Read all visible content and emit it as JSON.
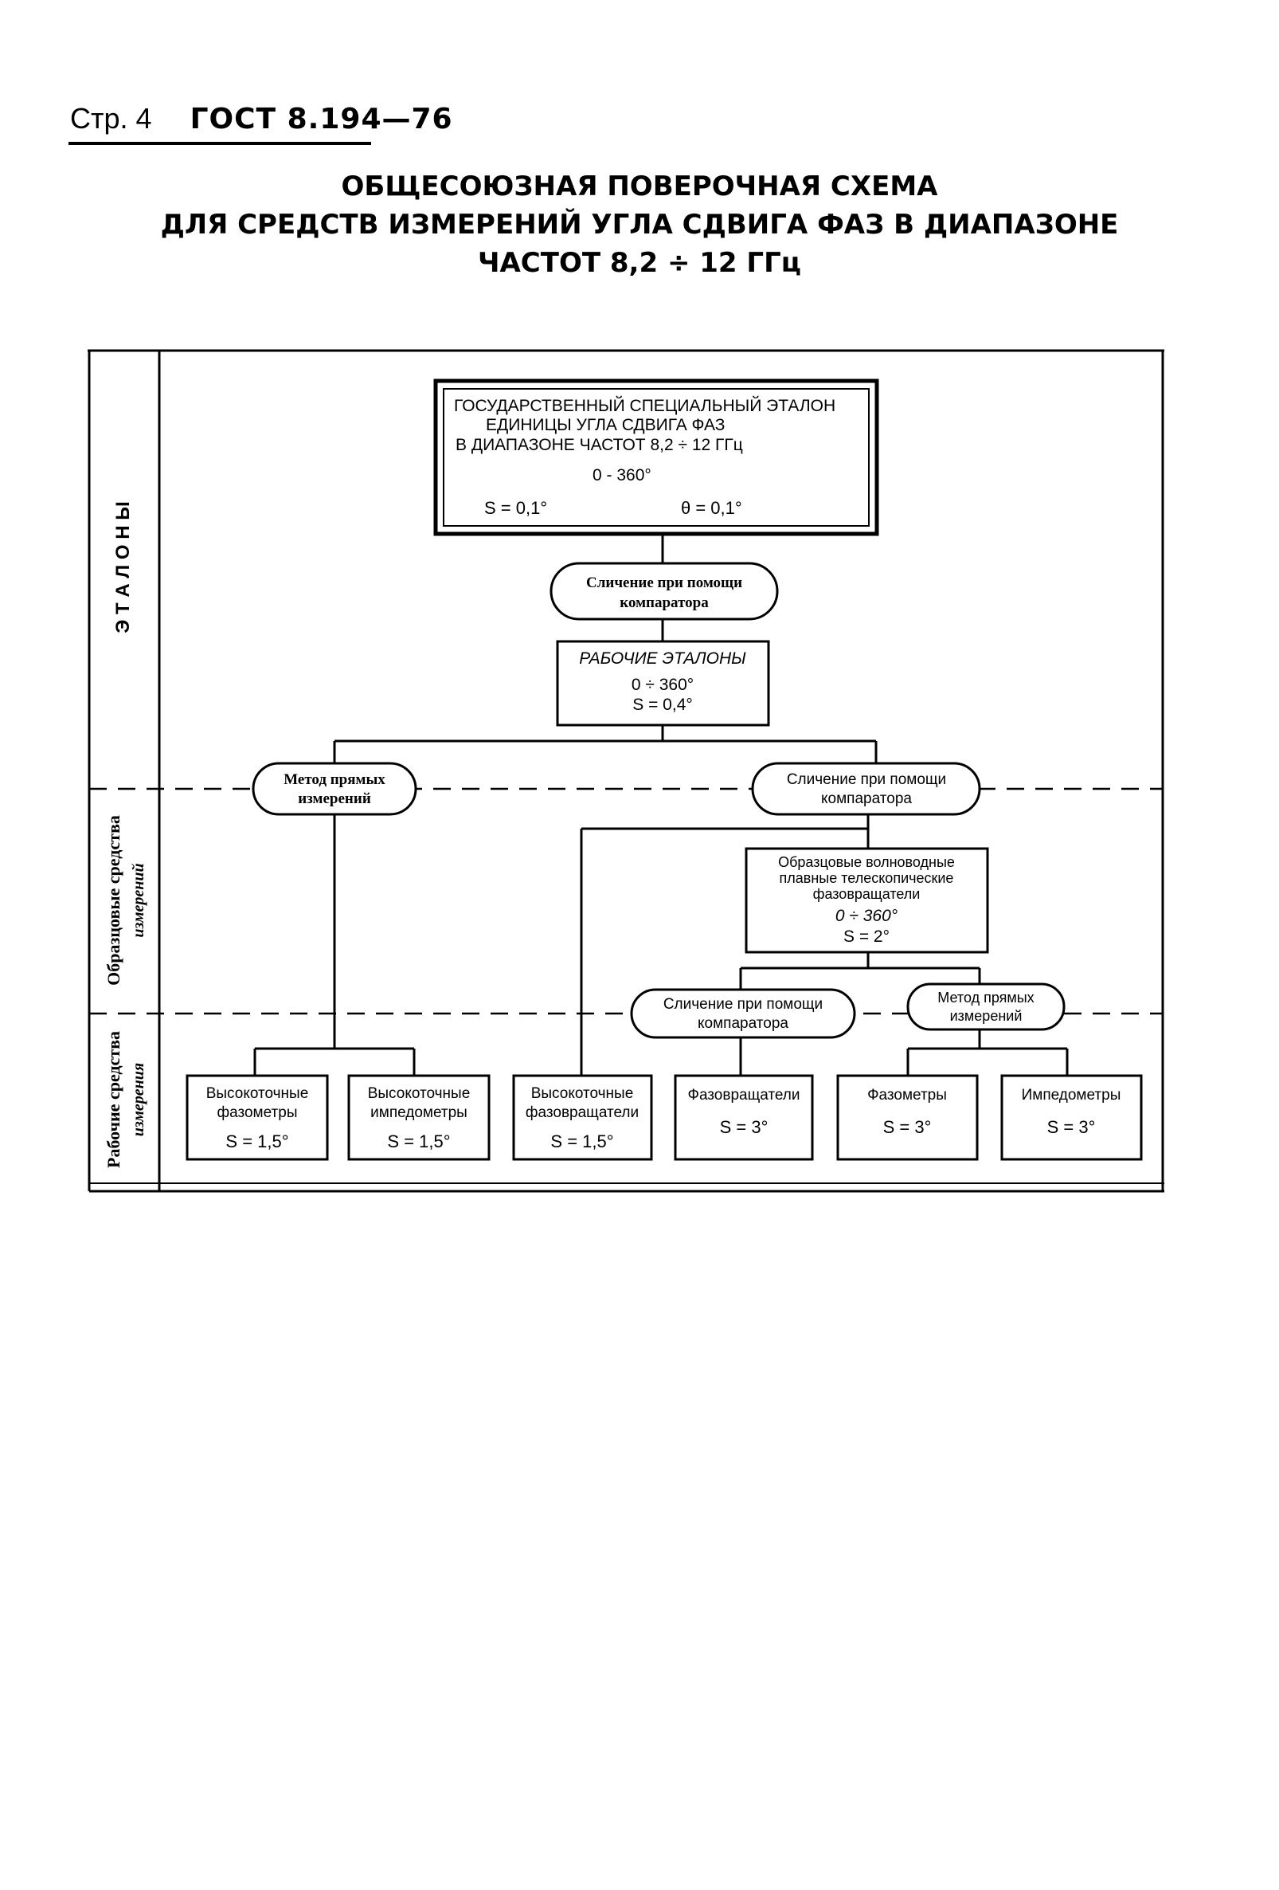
{
  "header": {
    "page_label": "Стр. 4",
    "standard": "ГОСТ 8.194—76"
  },
  "title": {
    "line1": "ОБЩЕСОЮЗНАЯ ПОВЕРОЧНАЯ СХЕМА",
    "line2": "ДЛЯ СРЕДСТВ ИЗМЕРЕНИЙ УГЛА СДВИГА ФАЗ В ДИАПАЗОНЕ",
    "line3": "ЧАСТОТ 8,2 ÷ 12 ГГц"
  },
  "sections": {
    "etalons": "Э Т А Л О Н Ы",
    "reference_line1": "Образцовые средства",
    "reference_line2": "измерений",
    "working_line1": "Рабочие средства",
    "working_line2": "измерения"
  },
  "state_standard": {
    "line1": "ГОСУДАРСТВЕННЫЙ СПЕЦИАЛЬНЫЙ ЭТАЛОН",
    "line2": "ЕДИНИЦЫ УГЛА СДВИГА ФАЗ",
    "line3": "В ДИАПАЗОНЕ ЧАСТОТ     8,2 ÷ 12   ГГц",
    "range": "0 - 360°",
    "s_value": "S = 0,1°",
    "theta_value": "θ = 0,1°"
  },
  "comparison_1": {
    "line1": "Сличение при помощи",
    "line2": "компаратора"
  },
  "working_standards": {
    "title": "РАБОЧИЕ ЭТАЛОНЫ",
    "range": "0 ÷ 360°",
    "s_value": "S = 0,4°"
  },
  "direct_method_1": {
    "line1": "Метод прямых",
    "line2": "измерений"
  },
  "comparison_2": {
    "line1": "Сличение при помощи",
    "line2": "компаратора"
  },
  "reference_phase_shifters": {
    "line1": "Образцовые волноводные",
    "line2": "плавные телескопические",
    "line3": "фазовращатели",
    "range": "0 ÷ 360°",
    "s_value": "S = 2°"
  },
  "comparison_3": {
    "line1": "Сличение при помощи",
    "line2": "компаратора"
  },
  "direct_method_2": {
    "line1": "Метод прямых",
    "line2": "измерений"
  },
  "working_instruments": [
    {
      "line1": "Высокоточные",
      "line2": "фазометры",
      "s_value": "S = 1,5°"
    },
    {
      "line1": "Высокоточные",
      "line2": "импедометры",
      "s_value": "S = 1,5°"
    },
    {
      "line1": "Высокоточные",
      "line2": "фазовращатели",
      "s_value": "S = 1,5°"
    },
    {
      "line1": "Фазовращатели",
      "line2": "",
      "s_value": "S = 3°"
    },
    {
      "line1": "Фазометры",
      "line2": "",
      "s_value": "S = 3°"
    },
    {
      "line1": "Импедометры",
      "line2": "",
      "s_value": "S = 3°"
    }
  ]
}
